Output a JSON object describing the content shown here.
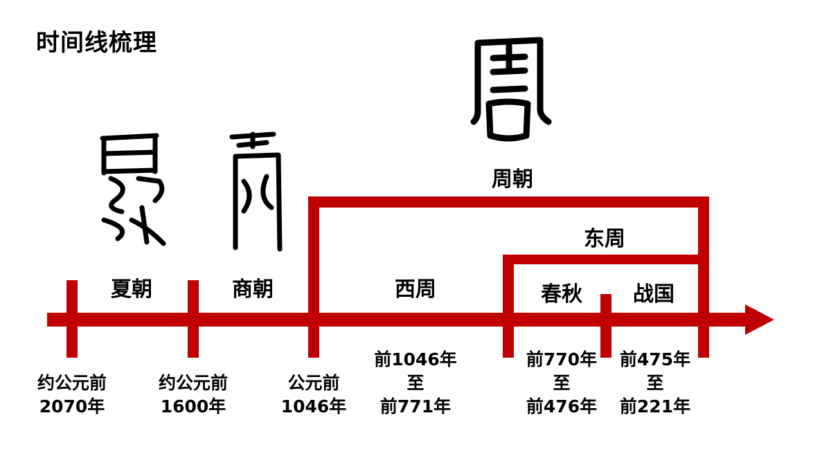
{
  "title": "时间线梳理",
  "colors": {
    "timeline": "#c00000",
    "text": "#000000",
    "background": "#ffffff"
  },
  "dynasties": {
    "xia": "夏朝",
    "shang": "商朝",
    "zhou": "周朝",
    "western_zhou": "西周",
    "eastern_zhou": "东周",
    "spring_autumn": "春秋",
    "warring_states": "战国"
  },
  "dates": {
    "xia_start": [
      "约公元前",
      "2070年"
    ],
    "shang_start": [
      "约公元前",
      "1600年"
    ],
    "zhou_start": [
      "公元前",
      "1046年"
    ],
    "western_zhou_range": [
      "前1046年",
      "至",
      "前771年"
    ],
    "spring_autumn_range": [
      "前770年",
      "至",
      "前476年"
    ],
    "warring_states_range": [
      "前475年",
      "至",
      "前221年"
    ]
  },
  "seal_glyphs": [
    {
      "name": "xia-seal-glyph",
      "depicts": "夏"
    },
    {
      "name": "shang-seal-glyph",
      "depicts": "商"
    },
    {
      "name": "zhou-seal-glyph",
      "depicts": "周"
    }
  ]
}
